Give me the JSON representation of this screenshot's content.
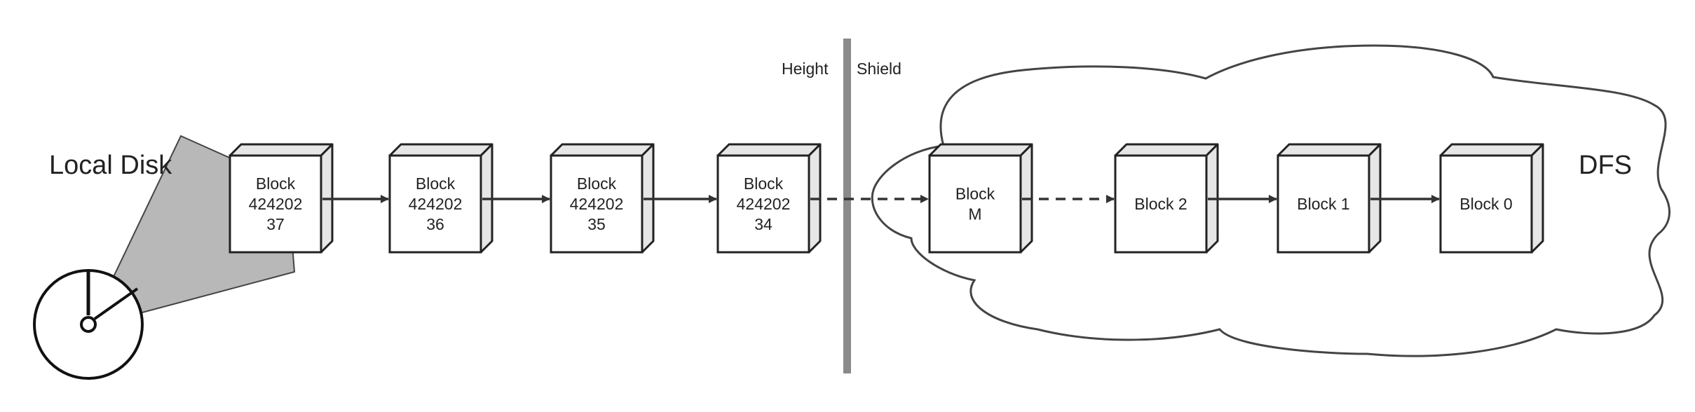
{
  "local_disk_label": "Local Disk",
  "dfs_label": "DFS",
  "height_label": "Height",
  "shield_label": "Shield",
  "blocks": [
    {
      "line1": "Block",
      "line2": "424202",
      "line3": "37"
    },
    {
      "line1": "Block",
      "line2": "424202",
      "line3": "36"
    },
    {
      "line1": "Block",
      "line2": "424202",
      "line3": "35"
    },
    {
      "line1": "Block",
      "line2": "424202",
      "line3": "34"
    },
    {
      "line1": "Block",
      "line2": "M",
      "line3": ""
    },
    {
      "line1": "Block 2",
      "line2": "",
      "line3": ""
    },
    {
      "line1": "Block 1",
      "line2": "",
      "line3": ""
    },
    {
      "line1": "Block 0",
      "line2": "",
      "line3": ""
    }
  ],
  "arrows": [
    "solid",
    "solid",
    "solid",
    "dashed",
    "dashed",
    "solid",
    "solid"
  ],
  "colors": {
    "stroke": "#222222",
    "sector": "#b8b8b8",
    "shield": "#8a8a8a",
    "block_side": "#e6e6e6"
  }
}
